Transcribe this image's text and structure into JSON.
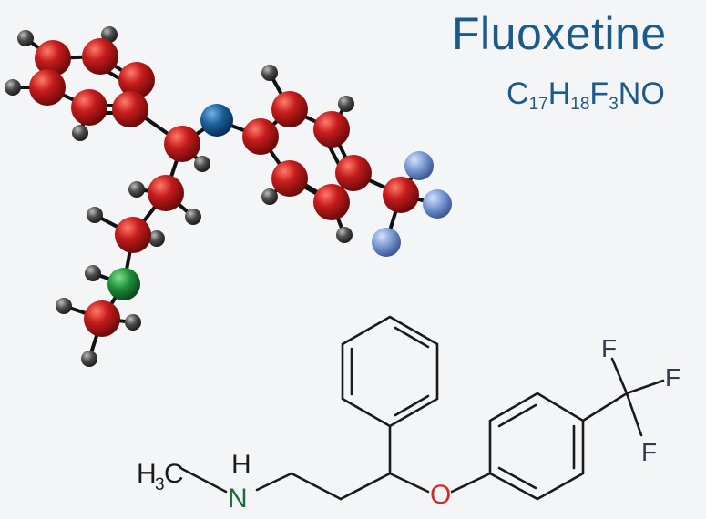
{
  "title": "Fluoxetine",
  "formula": {
    "parts": [
      {
        "el": "C",
        "n": "17"
      },
      {
        "el": "H",
        "n": "18"
      },
      {
        "el": "F",
        "n": "3"
      },
      {
        "el": "N",
        "n": ""
      },
      {
        "el": "O",
        "n": ""
      }
    ]
  },
  "structure": {
    "labels": {
      "methyl": "H",
      "methyl_sub": "3",
      "methyl_c": "C",
      "amine_h": "H",
      "amine_n": "N",
      "oxygen": "O",
      "fluorine": "F"
    },
    "colors": {
      "nitrogen": "#1e6a3a",
      "oxygen": "#d42a2a",
      "fluorine": "#333a4a",
      "bond": "#1a1a1a"
    }
  },
  "model": {
    "colors": {
      "carbon": "#c01a1a",
      "hydrogen": "#4a4a4a",
      "oxygen": "#1a5e9a",
      "nitrogen": "#1f8f3a",
      "fluorine": "#7b9bd6",
      "bond": "#111111"
    }
  }
}
